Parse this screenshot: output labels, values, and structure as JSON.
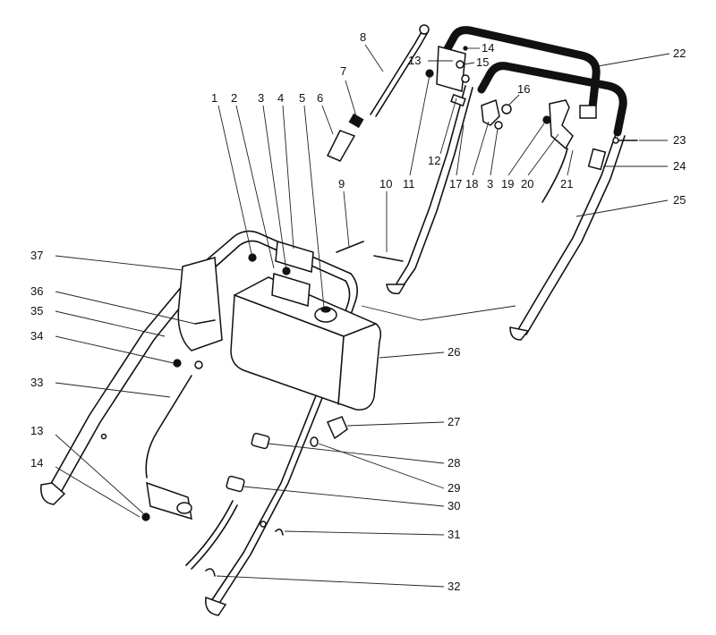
{
  "callouts": {
    "c1": "1",
    "c2": "2",
    "c3a": "3",
    "c4": "4",
    "c5": "5",
    "c6": "6",
    "c7": "7",
    "c8": "8",
    "c9": "9",
    "c10": "10",
    "c11": "11",
    "c12": "12",
    "c13a": "13",
    "c14a": "14",
    "c15": "15",
    "c16": "16",
    "c17": "17",
    "c18": "18",
    "c3b": "3",
    "c19": "19",
    "c20": "20",
    "c21": "21",
    "c22": "22",
    "c23": "23",
    "c24": "24",
    "c25": "25",
    "c26": "26",
    "c27": "27",
    "c28": "28",
    "c29": "29",
    "c30": "30",
    "c31": "31",
    "c32": "32",
    "c33": "33",
    "c34": "34",
    "c35": "35",
    "c36": "36",
    "c37": "37",
    "c13b": "13",
    "c14b": "14"
  }
}
